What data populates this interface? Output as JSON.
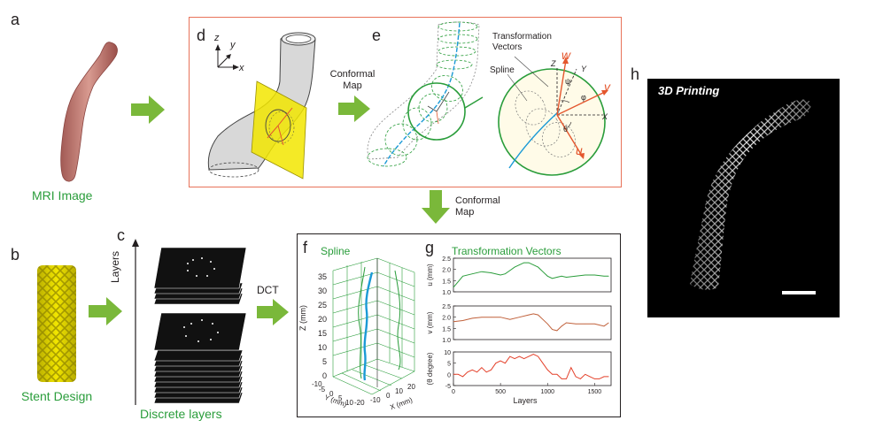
{
  "letters": {
    "a": "a",
    "b": "b",
    "c": "c",
    "d": "d",
    "e": "e",
    "f": "f",
    "g": "g",
    "h": "h"
  },
  "labels": {
    "mri": "MRI Image",
    "stent": "Stent Design",
    "discrete": "Discrete layers",
    "layers_axis": "Layers",
    "dct": "DCT",
    "conformal_map_1": "Conformal\nMap",
    "conformal_map_2": "Conformal\nMap",
    "transformation_vectors_top": "Transformation\nVectors",
    "spline_top": "Spline",
    "printing": "3D Printing",
    "spline_title": "Spline",
    "tv_title": "Transformation Vectors"
  },
  "axes_d": {
    "z": "z",
    "y": "y",
    "x": "x"
  },
  "vec_labels": {
    "w": "w",
    "v": "v",
    "u": "u",
    "psi": "ψ",
    "phi": "φ",
    "theta": "θ",
    "Z": "Z",
    "Y": "Y",
    "X": "X"
  },
  "colors": {
    "green": "#2a9d3b",
    "red": "#e4572e",
    "blue": "#1b9ad6",
    "yellow": "#f2e600",
    "panel_border": "#e8735a",
    "arrow_green": "#7ab83a"
  },
  "plot_f": {
    "zlabel": "Z (mm)",
    "ylabel": "Y (mm)",
    "xlabel": "X (mm)",
    "z_ticks": [
      "35",
      "30",
      "25",
      "20",
      "15",
      "10",
      "5",
      "0"
    ],
    "y_ticks": [
      "-10",
      "-5",
      "0",
      "5",
      "10",
      "-20"
    ],
    "x_ticks": [
      "-10",
      "0",
      "10",
      "20"
    ]
  },
  "chart_data": [
    {
      "type": "line",
      "ylabel": "u (mm)",
      "ylim": [
        1.0,
        2.5
      ],
      "yticks": [
        "2.5",
        "2.0",
        "1.5",
        "1.0"
      ],
      "xlim": [
        0,
        1600
      ],
      "color": "#2a9d3b",
      "x": [
        0,
        100,
        200,
        300,
        400,
        500,
        550,
        600,
        650,
        700,
        750,
        800,
        850,
        900,
        950,
        1000,
        1050,
        1100,
        1150,
        1200,
        1300,
        1400,
        1500,
        1600,
        1650
      ],
      "y": [
        1.2,
        1.7,
        1.8,
        1.9,
        1.85,
        1.75,
        1.8,
        1.95,
        2.1,
        2.2,
        2.3,
        2.3,
        2.2,
        2.1,
        1.9,
        1.7,
        1.6,
        1.65,
        1.7,
        1.65,
        1.7,
        1.75,
        1.75,
        1.7,
        1.7
      ]
    },
    {
      "type": "line",
      "ylabel": "v (mm)",
      "ylim": [
        1.0,
        2.5
      ],
      "yticks": [
        "2.5",
        "2.0",
        "1.5",
        "1.0"
      ],
      "xlim": [
        0,
        1600
      ],
      "color": "#c0603a",
      "x": [
        0,
        100,
        200,
        300,
        400,
        500,
        600,
        700,
        800,
        850,
        900,
        950,
        1000,
        1050,
        1100,
        1150,
        1200,
        1300,
        1400,
        1500,
        1600,
        1650
      ],
      "y": [
        1.8,
        1.85,
        1.95,
        2.0,
        2.0,
        2.0,
        1.9,
        2.0,
        2.1,
        2.15,
        2.1,
        1.9,
        1.7,
        1.45,
        1.4,
        1.6,
        1.75,
        1.7,
        1.7,
        1.7,
        1.6,
        1.75
      ]
    },
    {
      "type": "line",
      "ylabel": "(θ degree)",
      "ylim": [
        -5,
        10
      ],
      "yticks": [
        "10",
        "5",
        "0",
        "-5"
      ],
      "xlim": [
        0,
        1600
      ],
      "xticks": [
        "0",
        "500",
        "1000",
        "1500"
      ],
      "xlabel": "Layers",
      "color": "#e4402a",
      "x": [
        0,
        50,
        100,
        150,
        200,
        250,
        300,
        350,
        400,
        450,
        500,
        550,
        600,
        650,
        700,
        750,
        800,
        850,
        900,
        950,
        1000,
        1050,
        1100,
        1150,
        1200,
        1250,
        1300,
        1350,
        1400,
        1450,
        1500,
        1550,
        1600,
        1650
      ],
      "y": [
        0,
        0,
        -1,
        1,
        2,
        1,
        3,
        1,
        2,
        5,
        6,
        5,
        8,
        7,
        8,
        7,
        8,
        9,
        8,
        5,
        2,
        0,
        0,
        -2,
        -2,
        3,
        -1,
        -2,
        0,
        -1,
        -2,
        -2,
        -1,
        -1
      ]
    }
  ]
}
